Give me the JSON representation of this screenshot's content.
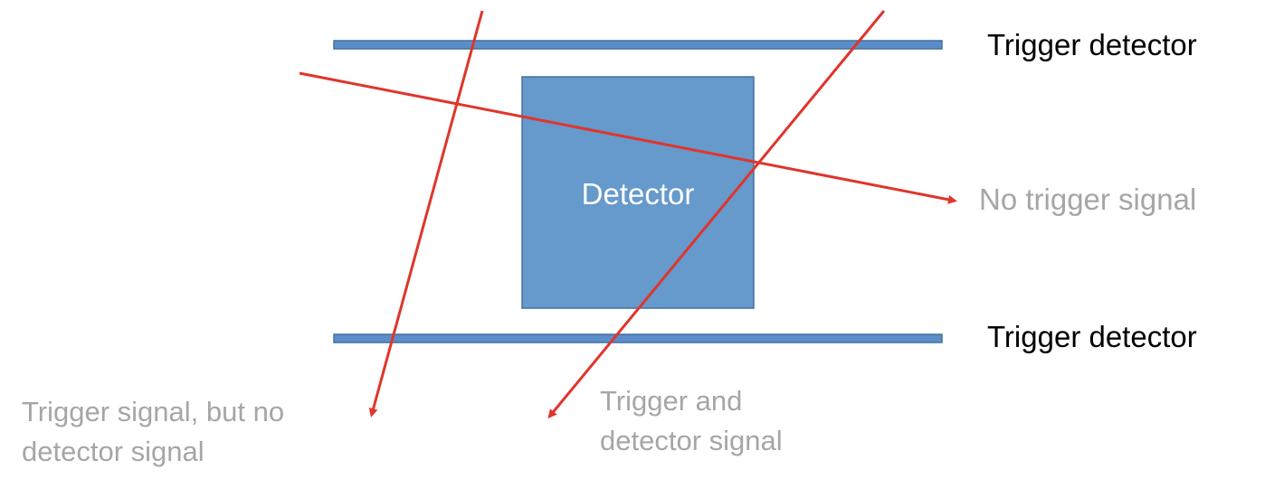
{
  "top_detector": {
    "label": "Trigger detector"
  },
  "bottom_detector": {
    "label": "Trigger detector"
  },
  "detector": {
    "label": "Detector"
  },
  "outcomes": {
    "no_trigger": "No trigger signal",
    "trigger_only_line1": "Trigger signal, but no",
    "trigger_only_line2": "detector signal",
    "both_line1": "Trigger and",
    "both_line2": "detector signal"
  },
  "colors": {
    "slab_fill": "#5b8ec9",
    "slab_border": "#41719c",
    "detector_fill": "#6699cc",
    "ray": "#e0352b",
    "grey_text": "#a6a6a6"
  }
}
